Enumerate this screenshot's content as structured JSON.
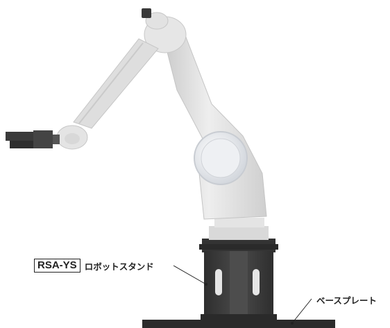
{
  "stand_label": {
    "model": "RSA-YS",
    "name": "ロボットスタンド"
  },
  "plate_label": "ベースプレート",
  "colors": {
    "robot_body": "#dcdcdc",
    "stand": "#3d3d3d",
    "plate": "#2b2b2b",
    "gripper": "#333333"
  }
}
